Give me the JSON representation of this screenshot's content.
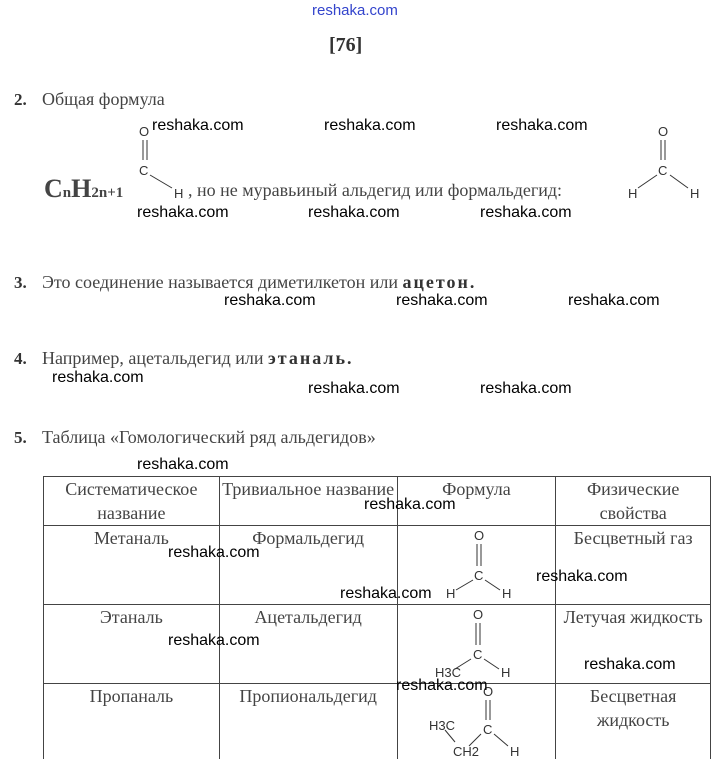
{
  "header": {
    "site": "reshaka.com",
    "page_number": "[76]"
  },
  "watermark": "reshaka.com",
  "items": [
    {
      "num": "2.",
      "text": "Общая формула",
      "formula_main": "C",
      "formula_n": "n",
      "formula_h": "H",
      "formula_sub": "2n+1",
      "formula_rest": ", но не муравьиный альдегид или формальдегид:"
    },
    {
      "num": "3.",
      "text": "Это соединение называется диметилкетон или ",
      "emph": "ацетон."
    },
    {
      "num": "4.",
      "text": "Например, ацетальдегид или ",
      "emph": "этаналь."
    },
    {
      "num": "5.",
      "text": "Таблица «Гомологический ряд альдегидов»"
    }
  ],
  "atoms": {
    "O": "O",
    "C": "C",
    "H": "H",
    "H3C": "H3C",
    "CH2": "CH2"
  },
  "table": {
    "headers": [
      "Систематическое название",
      "Тривиальное название",
      "Формула",
      "Физические свойства"
    ],
    "rows": [
      {
        "systematic": "Метаналь",
        "trivial": "Формальдегид",
        "properties": "Бесцветный газ"
      },
      {
        "systematic": "Этаналь",
        "trivial": "Ацетальдегид",
        "properties": "Летучая жидкость"
      },
      {
        "systematic": "Пропаналь",
        "trivial": "Пропиональдегид",
        "properties": "Бесцветная жидкость"
      }
    ]
  }
}
